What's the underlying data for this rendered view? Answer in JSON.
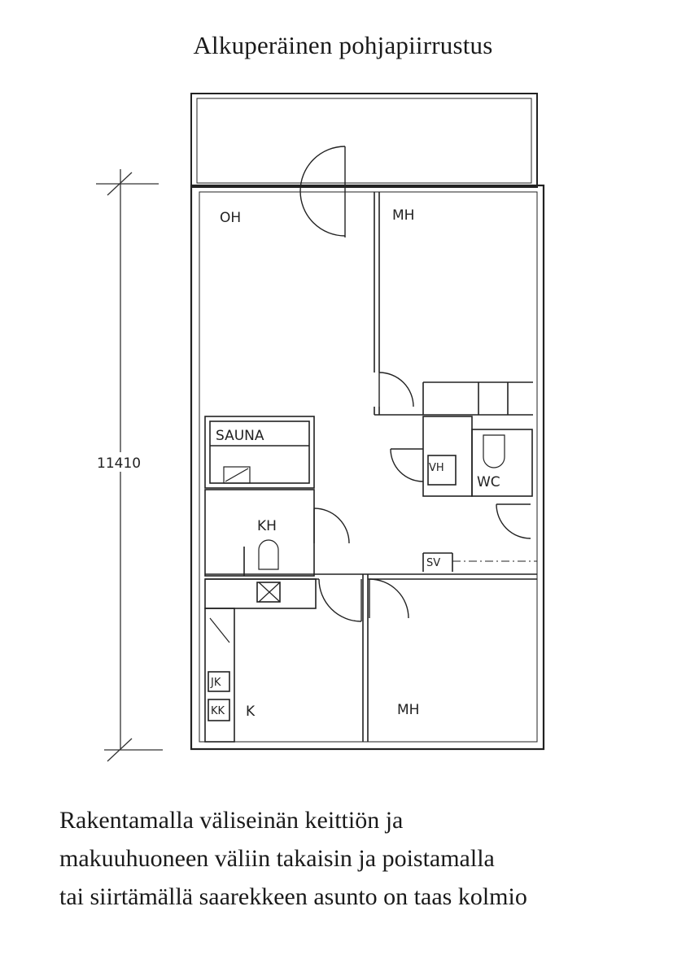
{
  "title": "Alkuperäinen pohjapiirrustus",
  "dimension": "11410",
  "rooms": {
    "oh": "OH",
    "mh_top": "MH",
    "sauna": "SAUNA",
    "kh": "KH",
    "vh": "VH",
    "wc": "WC",
    "sv": "SV",
    "k": "K",
    "mh_bottom": "MH",
    "jk": "JK",
    "kk": "KK"
  },
  "caption": [
    "Rakentamalla väliseinän keittiön ja",
    "makuuhuoneen väliin takaisin ja poistamalla",
    "tai siirtämällä saarekkeen asunto on taas kolmio"
  ]
}
